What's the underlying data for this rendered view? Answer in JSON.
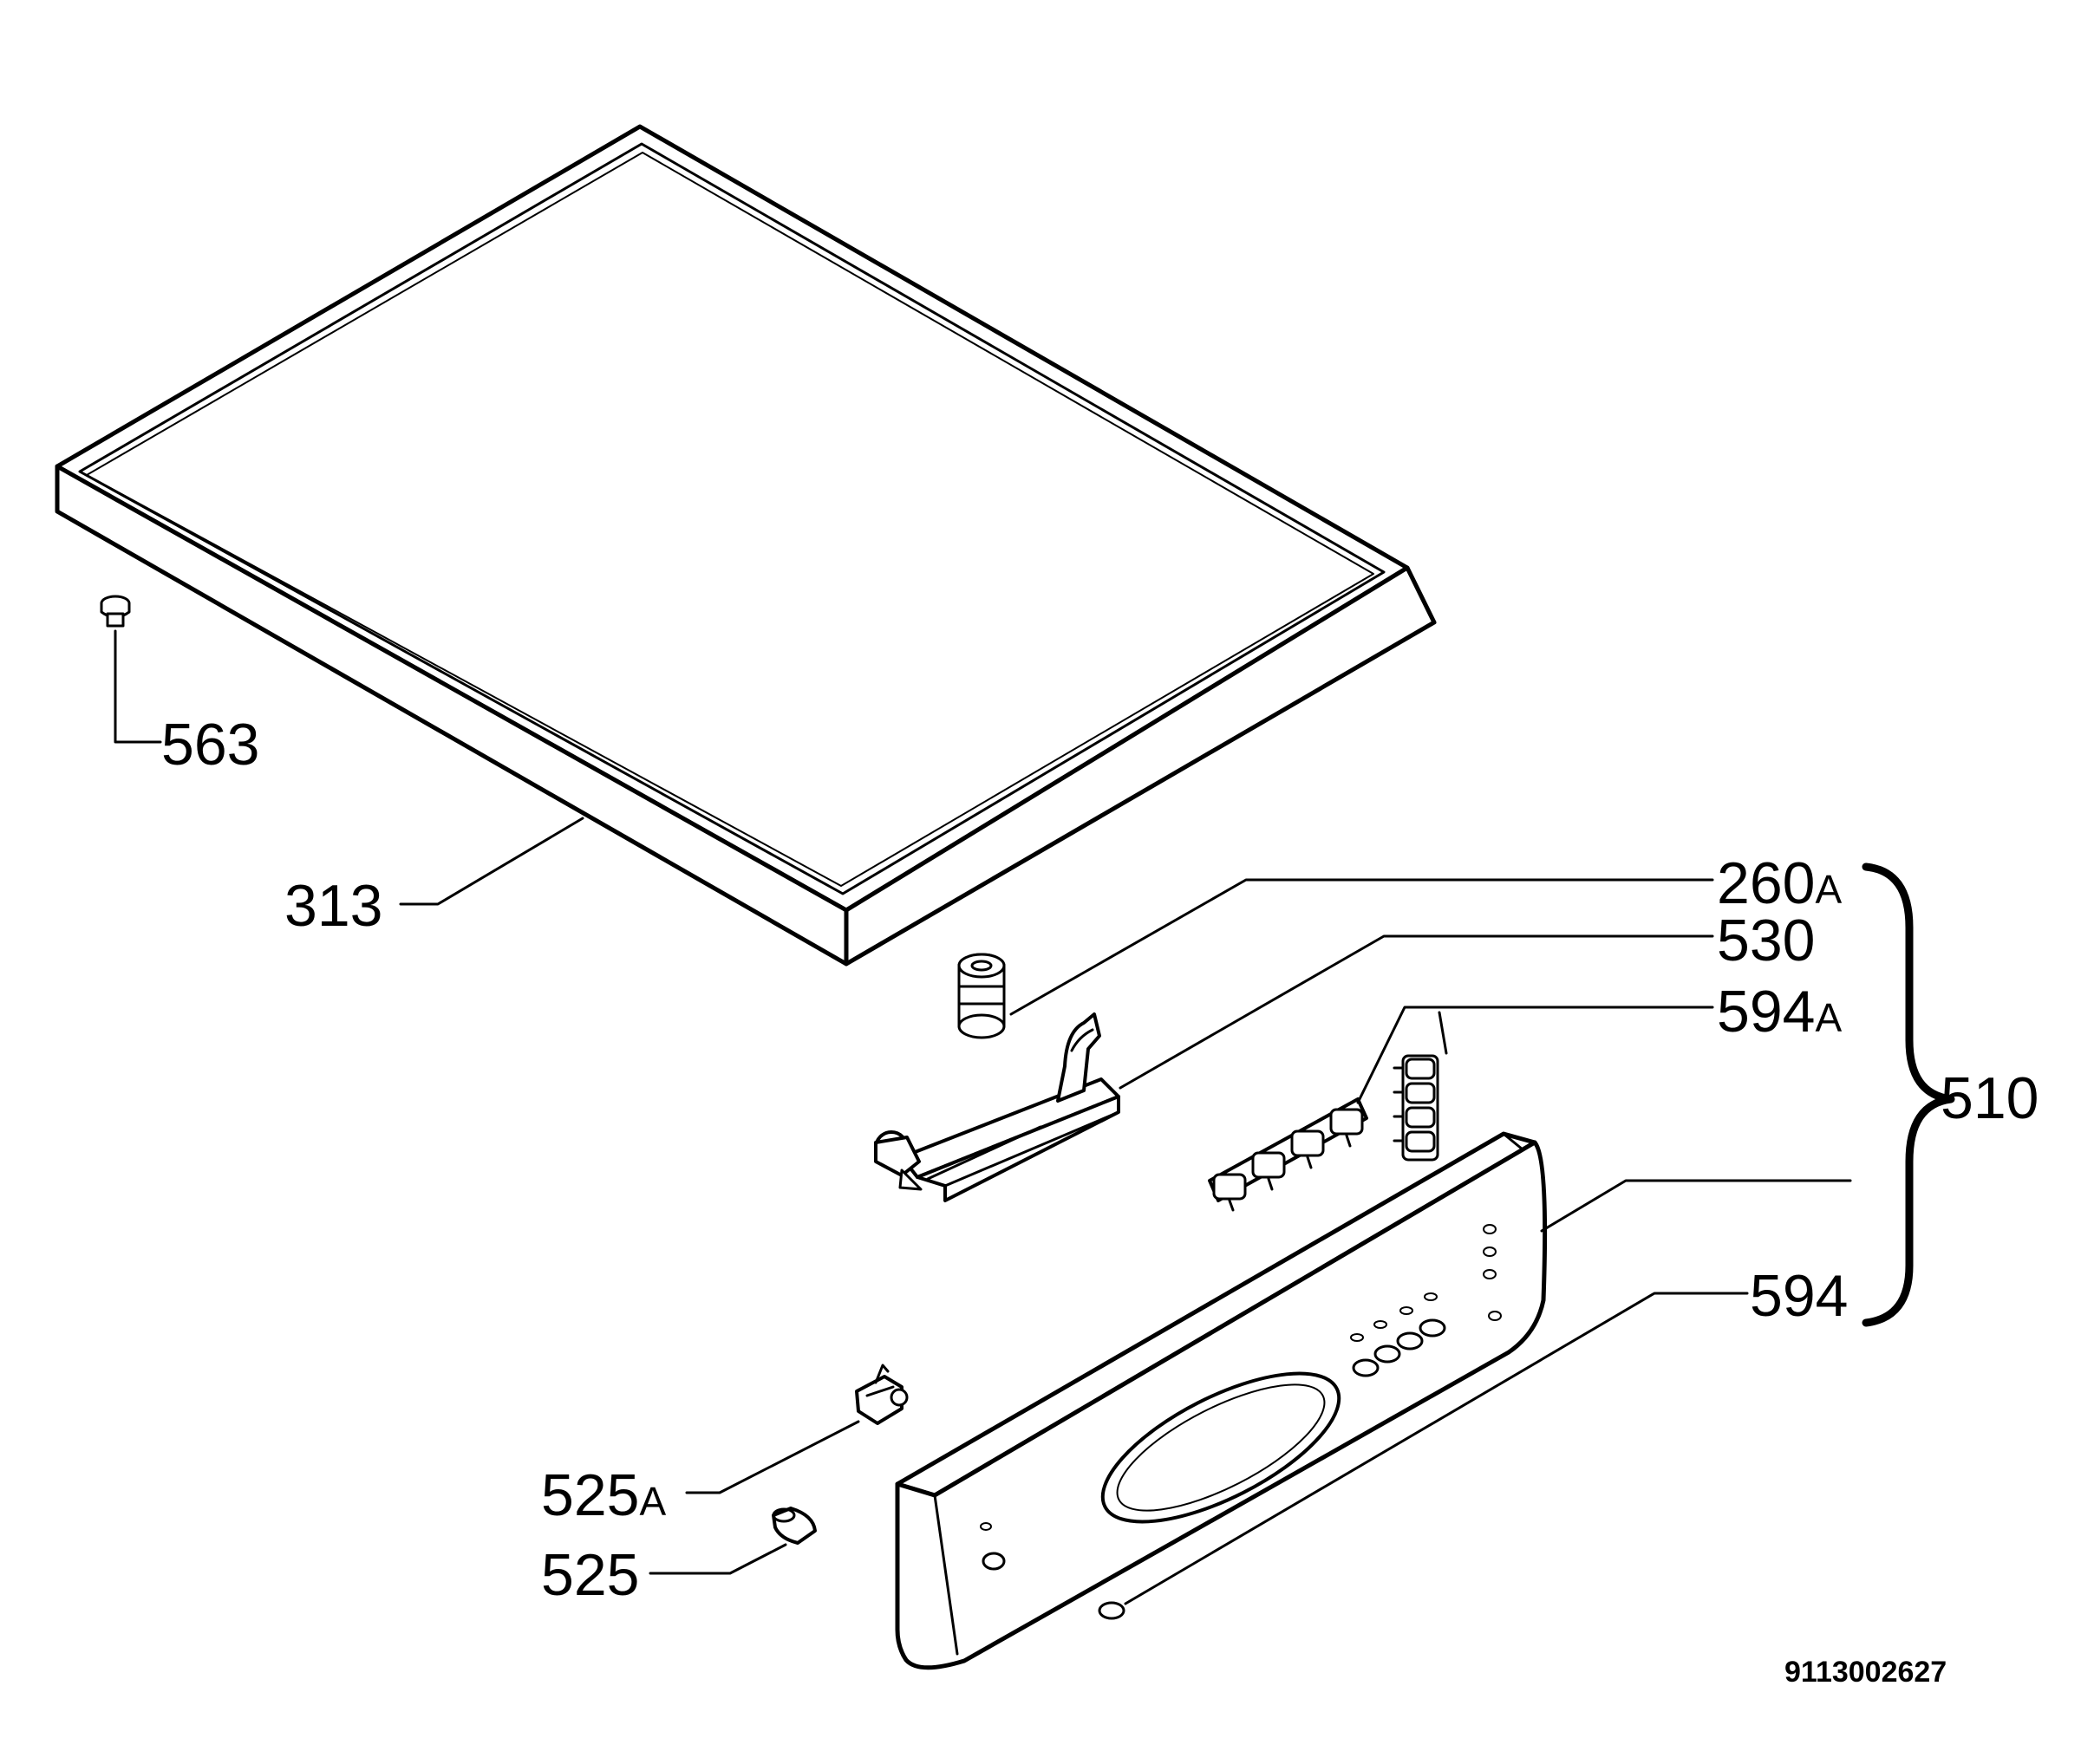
{
  "diagram": {
    "labels": {
      "p563": "563",
      "p313": "313",
      "p260a_num": "260",
      "p260a_suffix": "A",
      "p530": "530",
      "p594a_num": "594",
      "p594a_suffix": "A",
      "p510": "510",
      "p594": "594",
      "p525a_num": "525",
      "p525a_suffix": "A",
      "p525": "525"
    },
    "drawing_number": "9113002627"
  }
}
